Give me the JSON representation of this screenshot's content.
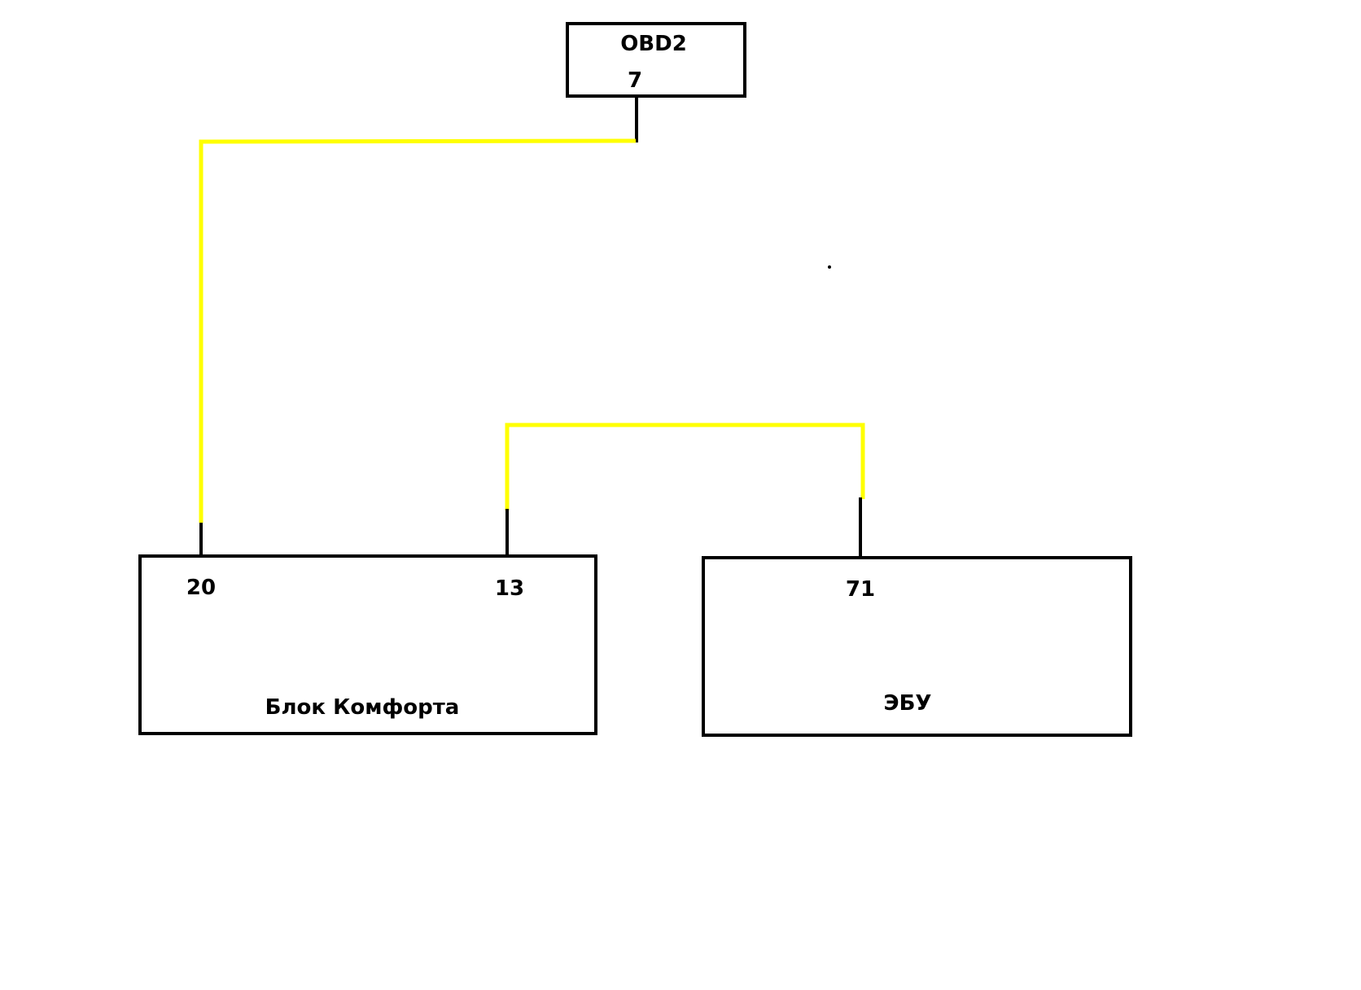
{
  "obd2": {
    "title": "OBD2",
    "pin": "7"
  },
  "comfort_block": {
    "title": "Блок Комфорта",
    "pin_left": "20",
    "pin_right": "13"
  },
  "ecu": {
    "title": "ЭБУ",
    "pin": "71"
  },
  "colors": {
    "wire": "#ffff00",
    "box_stroke": "#000000",
    "stub": "#000000",
    "background": "#ffffff"
  }
}
